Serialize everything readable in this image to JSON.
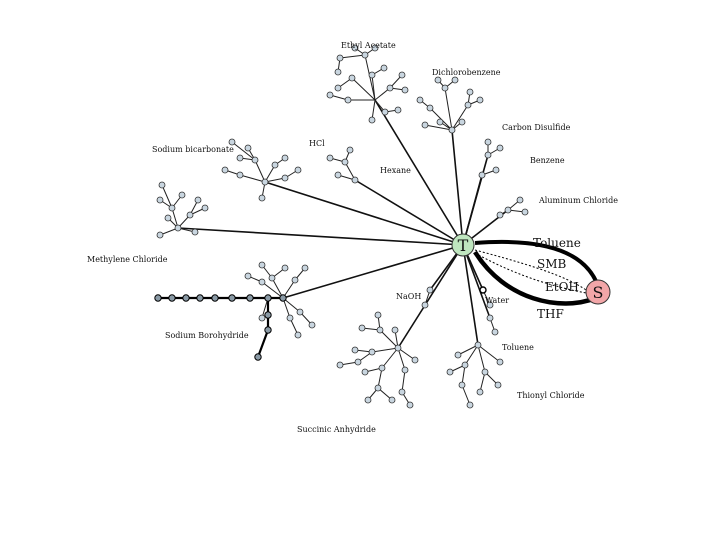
{
  "colors": {
    "start_node": "#bfe6bf",
    "end_node": "#f2a6a8",
    "leaf_node": "#c9d6e0",
    "edge": "#222222"
  },
  "hubs": {
    "start": "T",
    "end": "S"
  },
  "labels": {
    "ethyl_acetate": "Ethyl Acetate",
    "dichlorobenzene": "Dichlorobenzene",
    "carbon_disulfide": "Carbon Disulfide",
    "benzene": "Benzene",
    "hcl": "HCl",
    "sodium_bicarbonate": "Sodium bicarbonate",
    "hexane": "Hexane",
    "aluminum_chloride": "Aluminum Chloride",
    "methylene_chloride": "Methylene Chloride",
    "naoh": "NaOH",
    "water": "Water",
    "sodium_borohydride": "Sodium Borohydride",
    "toluene_lower": "Toluene",
    "thionyl_chloride": "Thionyl Chloride",
    "succinic_anhydride": "Succinic Anhydride"
  },
  "solvents": {
    "toluene": "Toluene",
    "smb": "SMB",
    "etoh": "EtOH",
    "thf": "THF"
  }
}
